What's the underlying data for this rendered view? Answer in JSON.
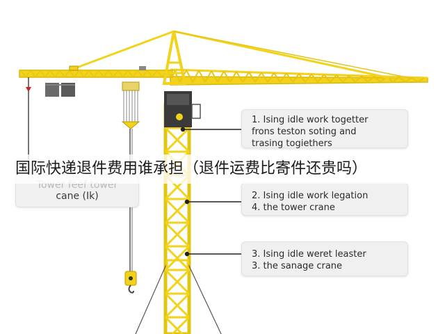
{
  "title_overlay": "国际快递退件费用谁承担（退件运费比寄件还贵吗）",
  "left_label": {
    "line1": "Tower feef tower",
    "line2": "cane (Ik)"
  },
  "callouts": [
    {
      "lines": [
        "1. Ising idle work togetter",
        "frons teston soting and",
        "trasing togiethers"
      ]
    },
    {
      "lines": [
        "2. Ising idle work legation",
        "4. the tower crane"
      ]
    },
    {
      "lines": [
        "3. Ising idle weret leaster",
        "3. the sanage crane"
      ]
    }
  ],
  "colors": {
    "crane_yellow": "#f2d21b",
    "crane_outline": "#b89b00",
    "cab_dark": "#3a3a3a",
    "counterweight": "#5a5a5a"
  }
}
